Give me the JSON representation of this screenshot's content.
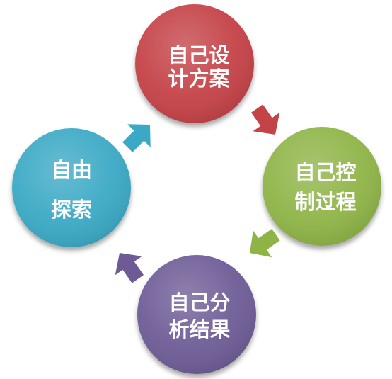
{
  "nodes": [
    {
      "id": "design",
      "lines": [
        "自己设",
        "计方案"
      ],
      "color": "#c44346"
    },
    {
      "id": "control",
      "lines": [
        "自己控",
        "制过程"
      ],
      "color": "#8fb446"
    },
    {
      "id": "analyze",
      "lines": [
        "自己分",
        "析结果"
      ],
      "color": "#6e5b96"
    },
    {
      "id": "explore",
      "lines": [
        "自由",
        "探索"
      ],
      "color": "#3aa9c5"
    }
  ],
  "arrows": [
    {
      "from": "design",
      "to": "control",
      "color": "#c44346"
    },
    {
      "from": "control",
      "to": "analyze",
      "color": "#8fb446"
    },
    {
      "from": "analyze",
      "to": "explore",
      "color": "#6e5b96"
    },
    {
      "from": "explore",
      "to": "design",
      "color": "#3aa9c5"
    }
  ]
}
